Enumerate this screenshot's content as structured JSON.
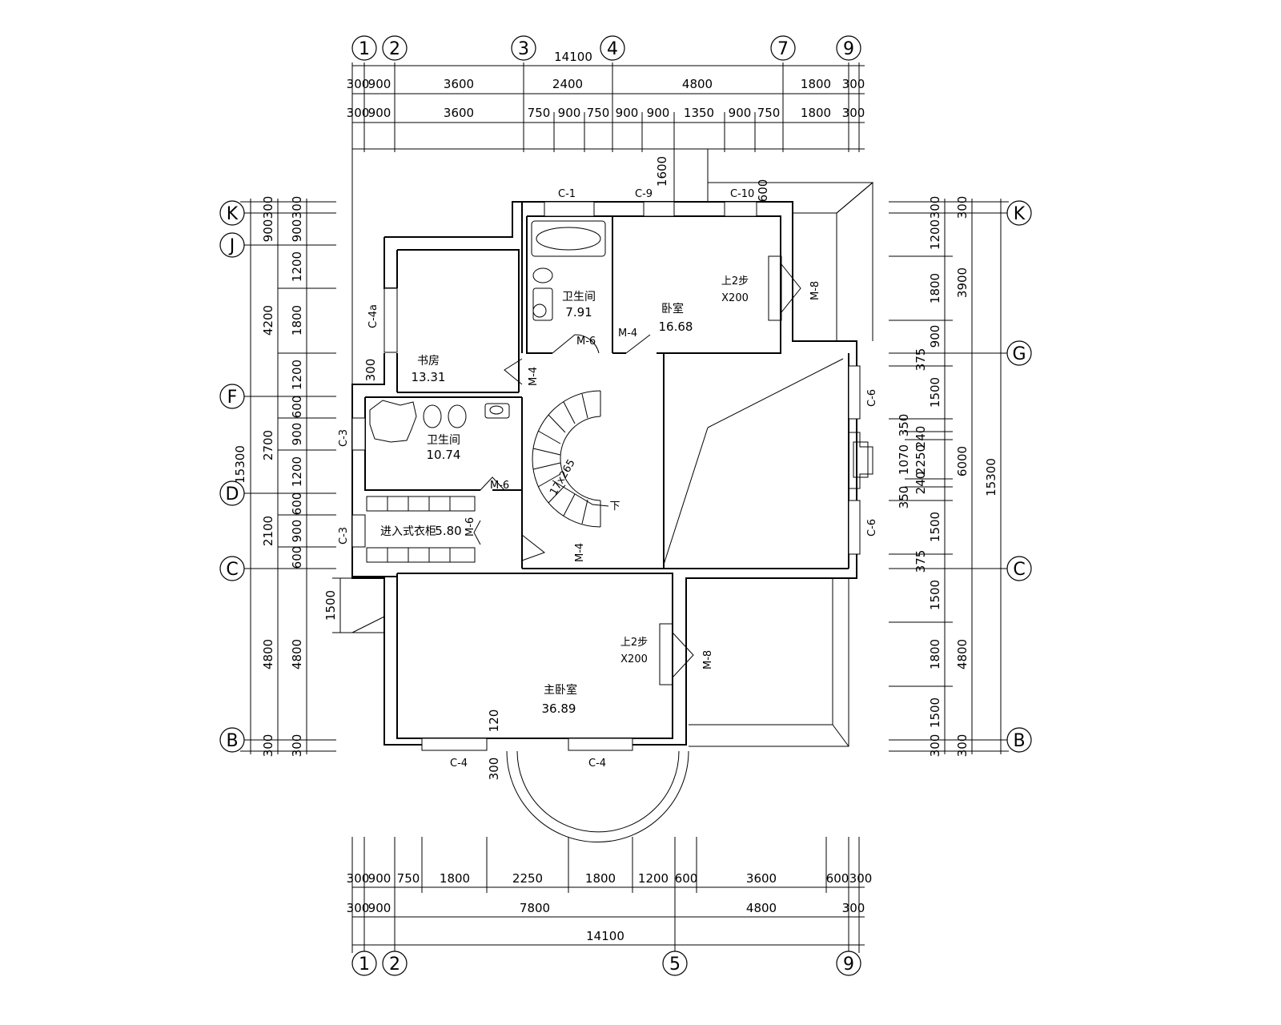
{
  "axes": {
    "top": [
      "1",
      "2",
      "3",
      "4",
      "7",
      "9"
    ],
    "bottom": [
      "1",
      "2",
      "5",
      "9"
    ],
    "left": [
      "K",
      "J",
      "F",
      "D",
      "C",
      "B"
    ],
    "right": [
      "K",
      "G",
      "C",
      "B"
    ]
  },
  "dims": {
    "top_total": "14100",
    "top_row1": [
      "300",
      "900",
      "3600",
      "2400",
      "4800",
      "1800",
      "300"
    ],
    "top_row2": [
      "300",
      "900",
      "3600",
      "750",
      "900",
      "750",
      "900",
      "900",
      "1350",
      "900",
      "750",
      "1800",
      "300"
    ],
    "bottom_row1": [
      "300",
      "900",
      "750",
      "1800",
      "2250",
      "1800",
      "1200",
      "600",
      "3600",
      "600",
      "300"
    ],
    "bottom_row2": [
      "300",
      "900",
      "7800",
      "4800",
      "300"
    ],
    "bottom_total": "14100",
    "left_outer": [
      "900",
      "300",
      "4200",
      "2700",
      "2100",
      "4800",
      "300"
    ],
    "left_inner": [
      "900",
      "300",
      "1200",
      "1800",
      "1200",
      "600",
      "900",
      "1200",
      "600",
      "900",
      "600",
      "4800",
      "300"
    ],
    "left_total": "15300",
    "right_inner": [
      "1200",
      "300",
      "1800",
      "900",
      "375",
      "1500",
      "350",
      "240",
      "1070",
      "240",
      "350",
      "1500",
      "375",
      "1500",
      "1800",
      "1500",
      "300"
    ],
    "right_mid": [
      "300",
      "3900",
      "2250",
      "6000",
      "4800",
      "300"
    ],
    "right_total": "15300",
    "misc": [
      "1600",
      "600",
      "300",
      "1500",
      "120",
      "300"
    ]
  },
  "rooms": [
    {
      "name": "卫生间",
      "area": "7.91"
    },
    {
      "name": "卧室",
      "area": "16.68"
    },
    {
      "name": "书房",
      "area": "13.31"
    },
    {
      "name": "卫生间",
      "area": "10.74"
    },
    {
      "name": "进入式衣柜",
      "area": "5.80"
    },
    {
      "name": "主卧室",
      "area": "36.89"
    }
  ],
  "tags": {
    "c1": "C-1",
    "c9": "C-9",
    "c10": "C-10",
    "c4a": "C-4a",
    "c3a": "C-3",
    "c3b": "C-3",
    "c6a": "C-6",
    "c6b": "C-6",
    "c4a_bottom": "C-4",
    "c4b_bottom": "C-4",
    "m6a": "M-6",
    "m4a": "M-4",
    "m4b": "M-4",
    "m4c": "M-4",
    "m6b": "M-6",
    "m6c": "M-6",
    "m8a": "M-8",
    "m8b": "M-8"
  },
  "notes": {
    "step1": "上2步",
    "step1b": "X200",
    "step2": "上2步",
    "step2b": "X200",
    "stair_treads": "17x265",
    "down": "下"
  }
}
